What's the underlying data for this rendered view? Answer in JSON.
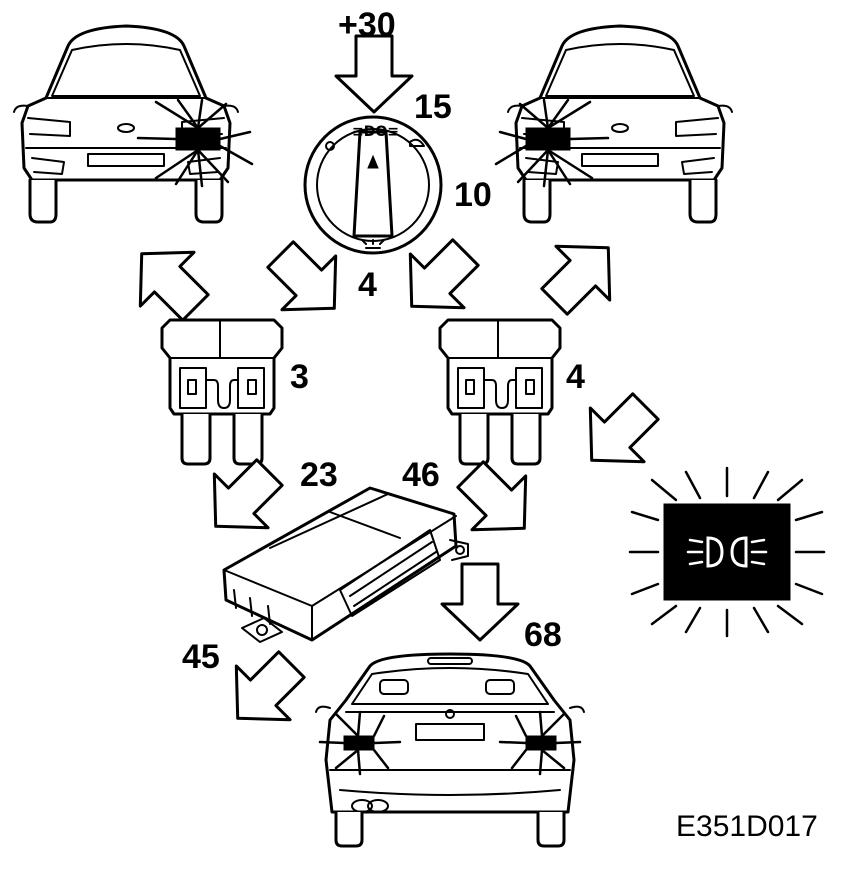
{
  "labels": {
    "supply": "+30",
    "switch_pin_15": "15",
    "switch_pin_10": "10",
    "switch_pin_4": "4",
    "fuse_left": "3",
    "fuse_right": "4",
    "module_pin_23": "23",
    "module_pin_46": "46",
    "module_pin_45": "45",
    "module_pin_68": "68"
  },
  "figure_id": "E351D017",
  "icons": [
    "front-car-left-icon",
    "front-car-right-icon",
    "light-switch-icon",
    "fuse-icon",
    "control-module-icon",
    "rear-car-icon",
    "headlamp-indicator-icon",
    "arrow-icon"
  ]
}
